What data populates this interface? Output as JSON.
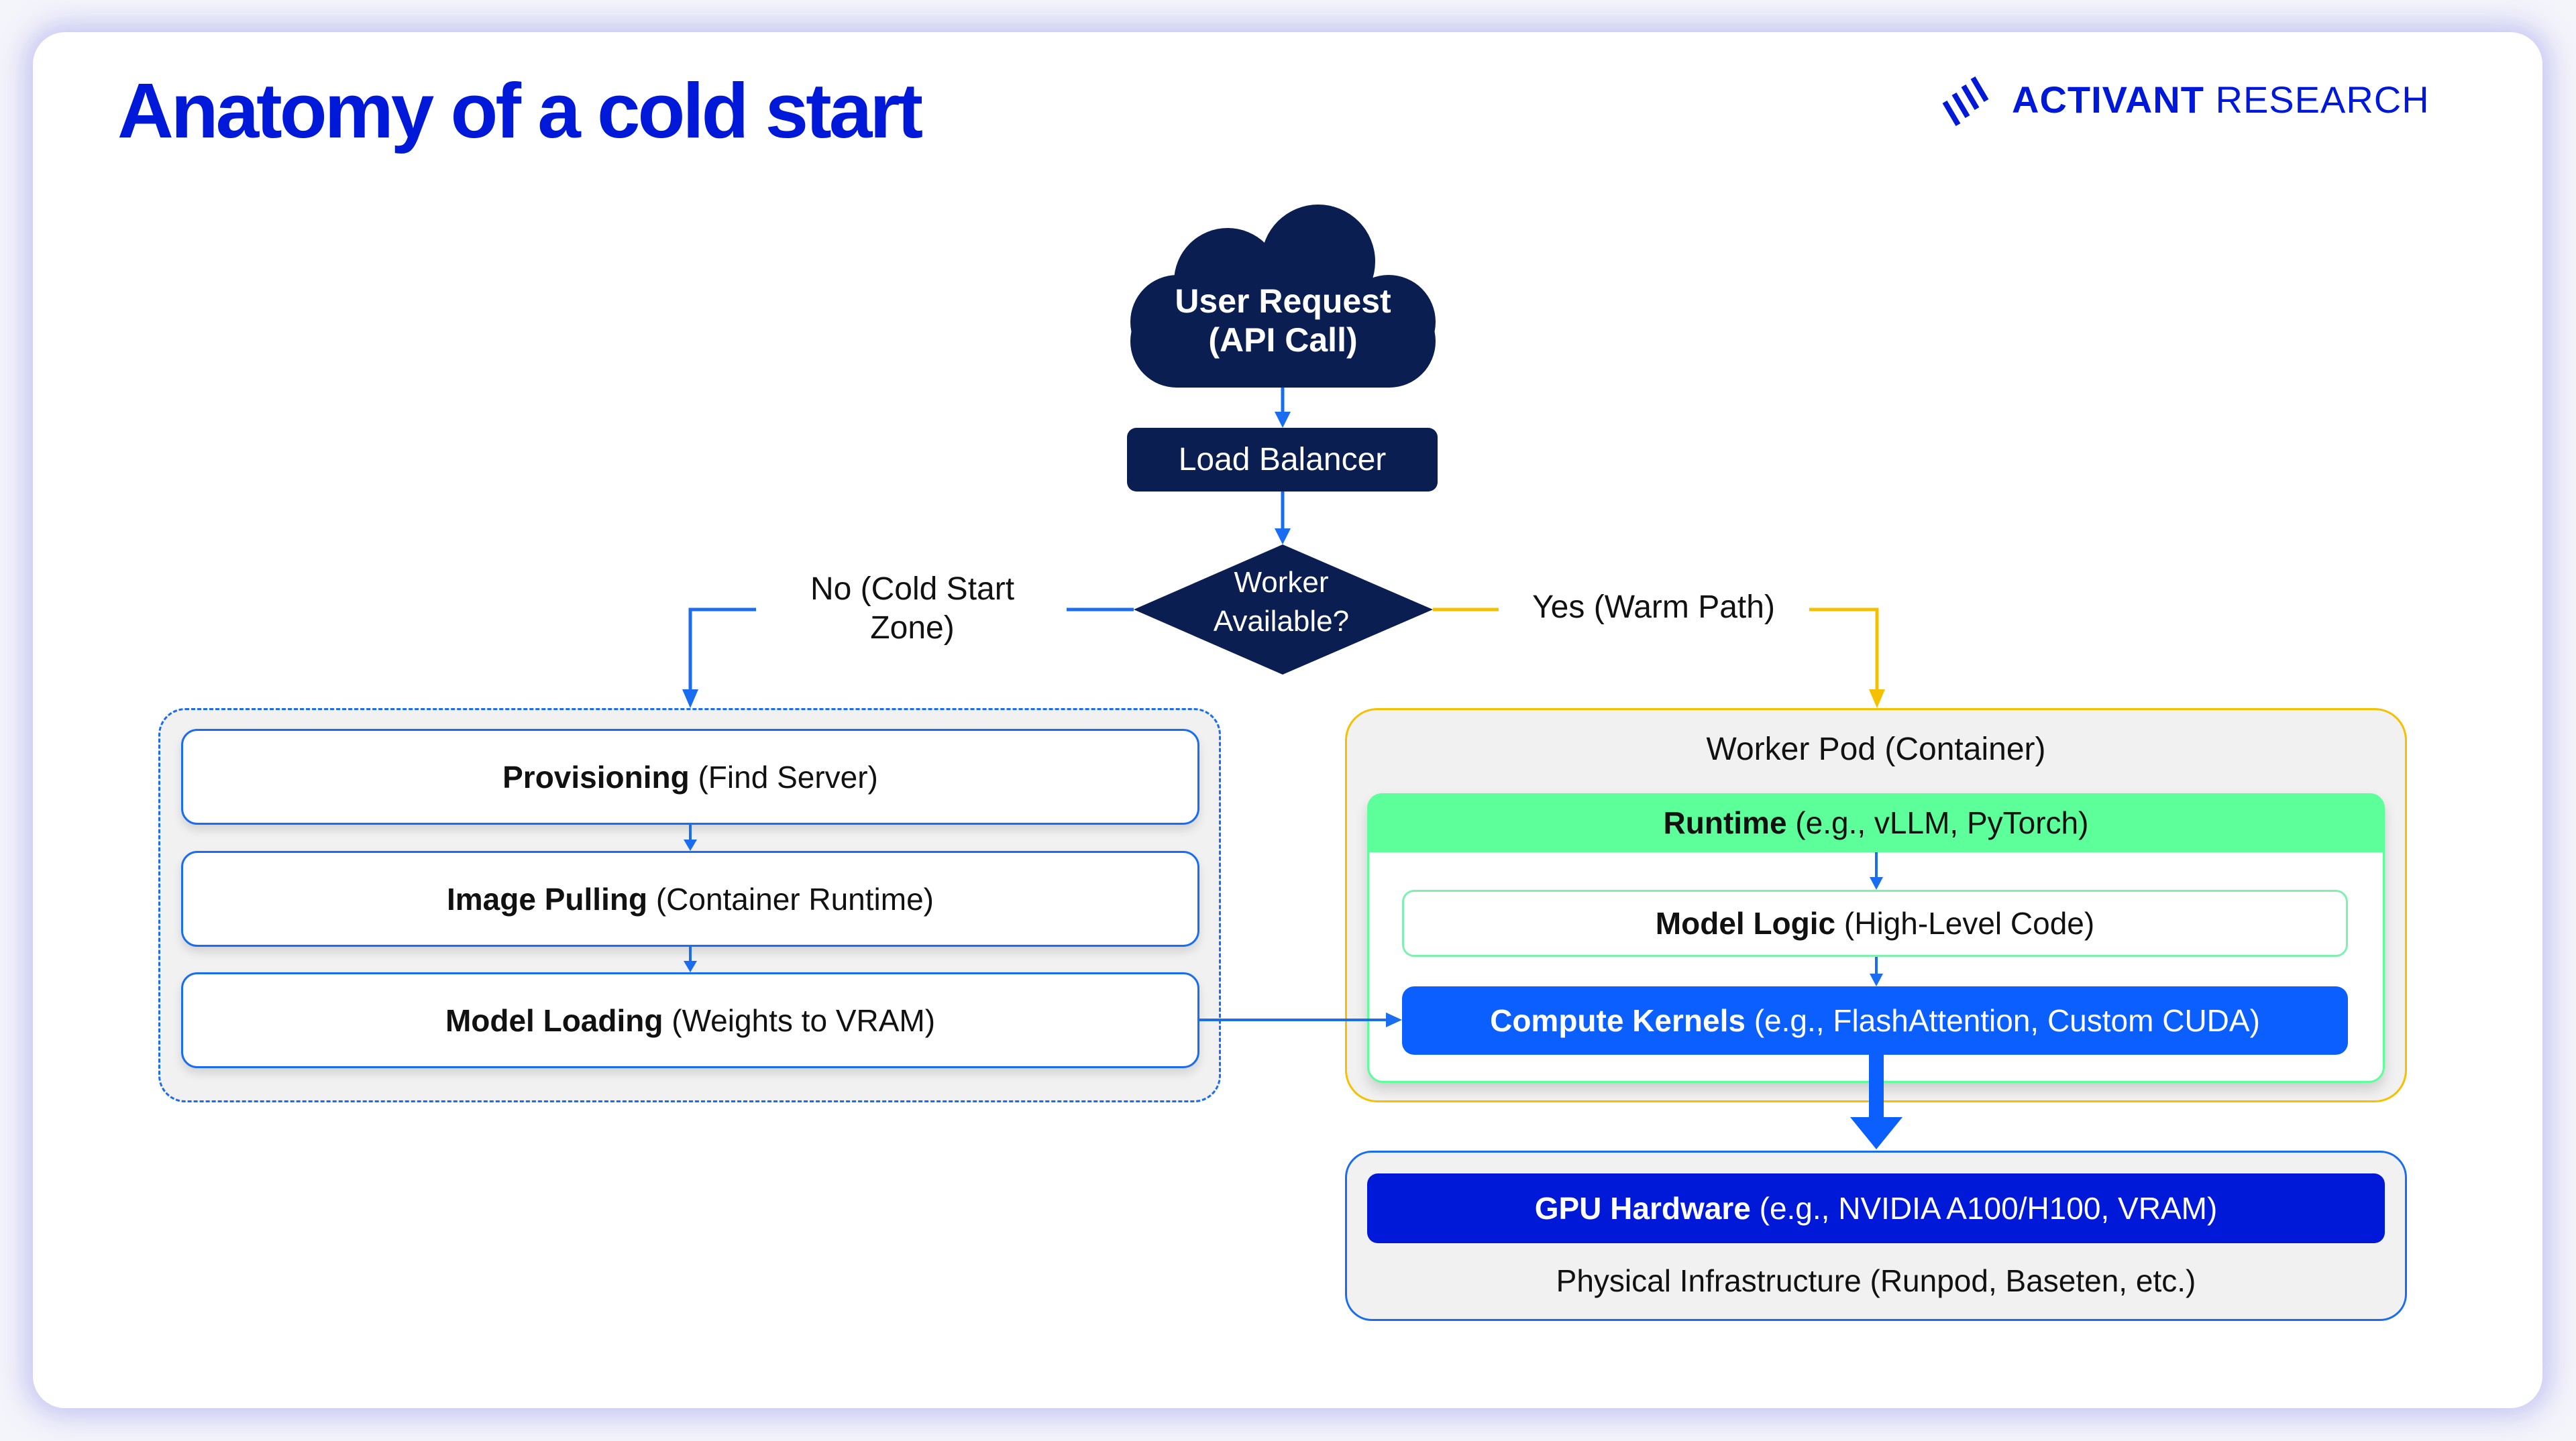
{
  "title": "Anatomy of a cold start",
  "brand": {
    "name_bold": "ACTIVANT",
    "name_light": "RESEARCH",
    "icon": "activant-stripes-logo"
  },
  "colors": {
    "brand_blue": "#0019d8",
    "navy": "#0a1e52",
    "flow_blue": "#1a6cf0",
    "warm_yellow": "#f5c000",
    "runtime_green": "#5cff9a",
    "kernel_blue": "#0b5fff"
  },
  "entry": {
    "cloud_line1": "User Request",
    "cloud_line2": "(API Call)",
    "load_balancer": "Load Balancer",
    "decision_line1": "Worker",
    "decision_line2": "Available?"
  },
  "branches": {
    "no_line1": "No (Cold Start",
    "no_line2": "Zone)",
    "yes": "Yes (Warm Path)"
  },
  "cold_start": {
    "steps": [
      {
        "bold": "Provisioning",
        "detail": " (Find Server)"
      },
      {
        "bold": "Image Pulling",
        "detail": " (Container Runtime)"
      },
      {
        "bold": "Model Loading",
        "detail": " (Weights to VRAM)"
      }
    ]
  },
  "worker_pod": {
    "label": "Worker Pod (Container)",
    "runtime": {
      "bold": "Runtime",
      "detail": " (e.g., vLLM, PyTorch)"
    },
    "model_logic": {
      "bold": "Model Logic",
      "detail": " (High-Level Code)"
    },
    "kernels": {
      "bold": "Compute Kernels",
      "detail": " (e.g., FlashAttention, Custom CUDA)"
    }
  },
  "hardware": {
    "gpu": {
      "bold": "GPU Hardware",
      "detail": " (e.g., NVIDIA A100/H100, VRAM)"
    },
    "infra_label": "Physical Infrastructure (Runpod, Baseten, etc.)"
  }
}
